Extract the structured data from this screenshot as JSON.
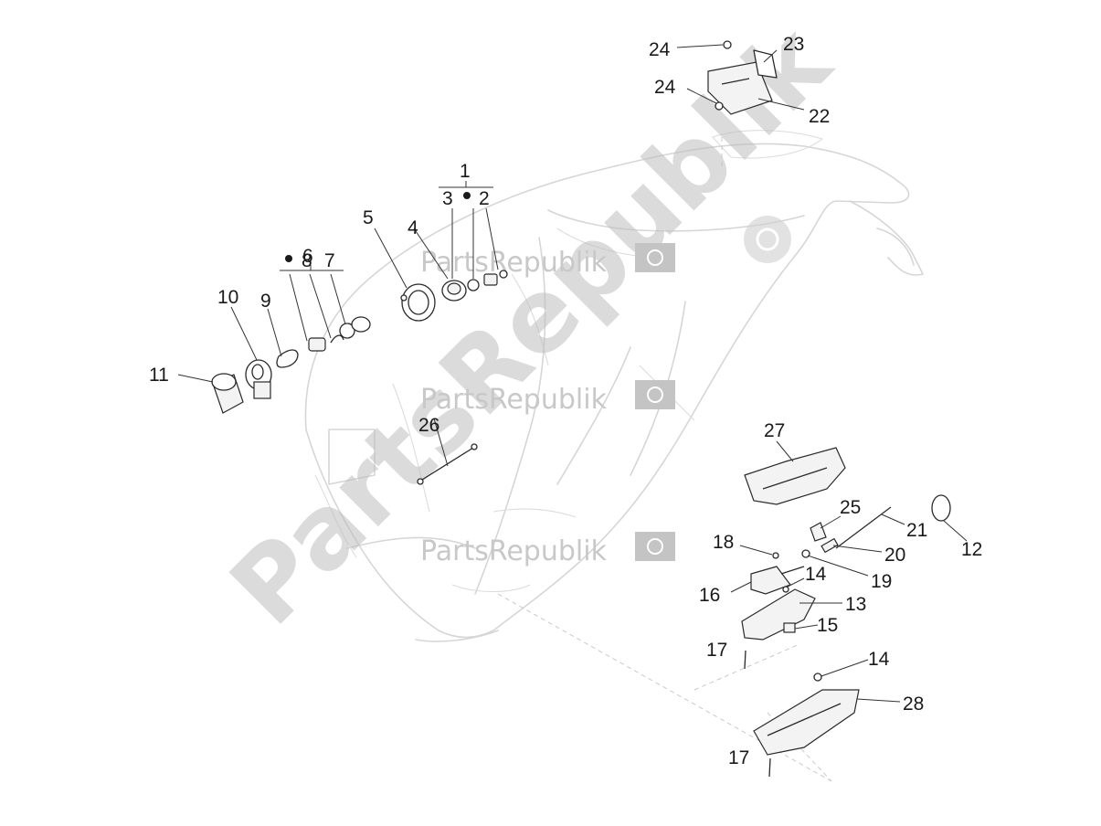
{
  "watermark": {
    "brand": "PartsRepublik"
  },
  "callouts": {
    "c1": "1",
    "c2": "2",
    "c3": "3",
    "c4": "4",
    "c5": "5",
    "c6": "6",
    "c7": "7",
    "c8": "8",
    "c9": "9",
    "c10": "10",
    "c11": "11",
    "c12": "12",
    "c13": "13",
    "c14a": "14",
    "c14b": "14",
    "c15": "15",
    "c16": "16",
    "c17a": "17",
    "c17b": "17",
    "c18": "18",
    "c19": "19",
    "c20": "20",
    "c21": "21",
    "c22": "22",
    "c23": "23",
    "c24a": "24",
    "c24b": "24",
    "c25": "25",
    "c26": "26",
    "c27": "27",
    "c28": "28"
  },
  "colors": {
    "frame_outline": "#d6d6d6",
    "part_outline": "#2a2a2a",
    "watermark": "#c8c8c8"
  }
}
